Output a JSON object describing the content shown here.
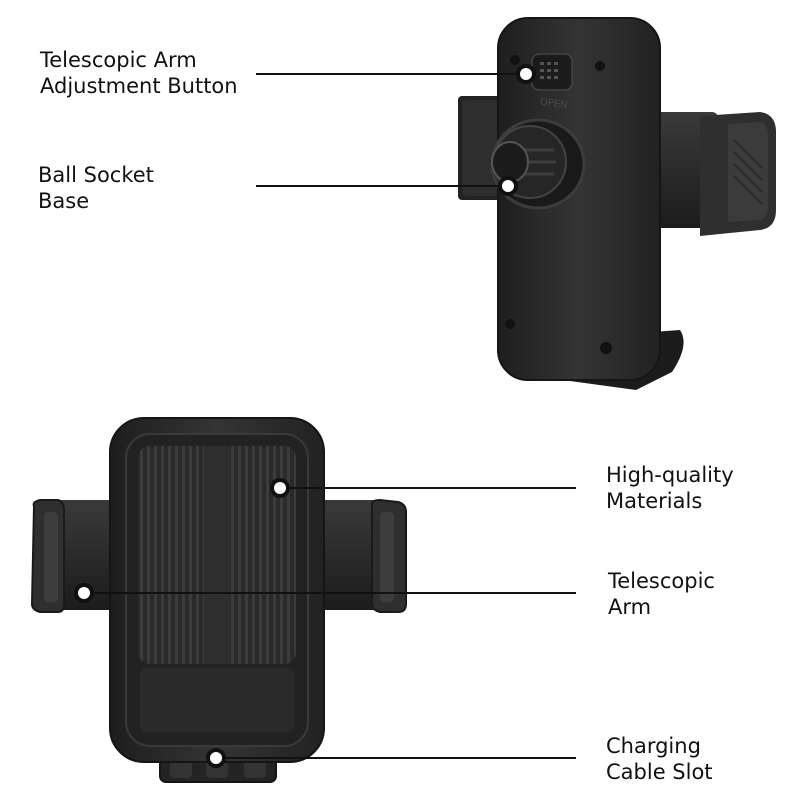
{
  "colors": {
    "background": "#ffffff",
    "text": "#111111",
    "leader_line": "#111111",
    "device_dark": "#2b2b2b",
    "device_mid": "#3a3a3a",
    "device_edge": "#1a1a1a",
    "marker_fill": "#ffffff",
    "marker_ring": "#111111"
  },
  "callouts": [
    {
      "id": "telescopic-arm-adjustment-button",
      "lines": [
        "Telescopic Arm",
        "Adjustment Button"
      ]
    },
    {
      "id": "ball-socket-base",
      "lines": [
        "Ball Socket",
        "Base"
      ]
    },
    {
      "id": "high-quality-materials",
      "lines": [
        "High-quality",
        "Materials"
      ]
    },
    {
      "id": "telescopic-arm",
      "lines": [
        "Telescopic",
        "Arm"
      ]
    },
    {
      "id": "charging-cable-slot",
      "lines": [
        "Charging",
        "Cable Slot"
      ]
    }
  ],
  "product_text": {
    "open_embossing": "OPEN"
  }
}
